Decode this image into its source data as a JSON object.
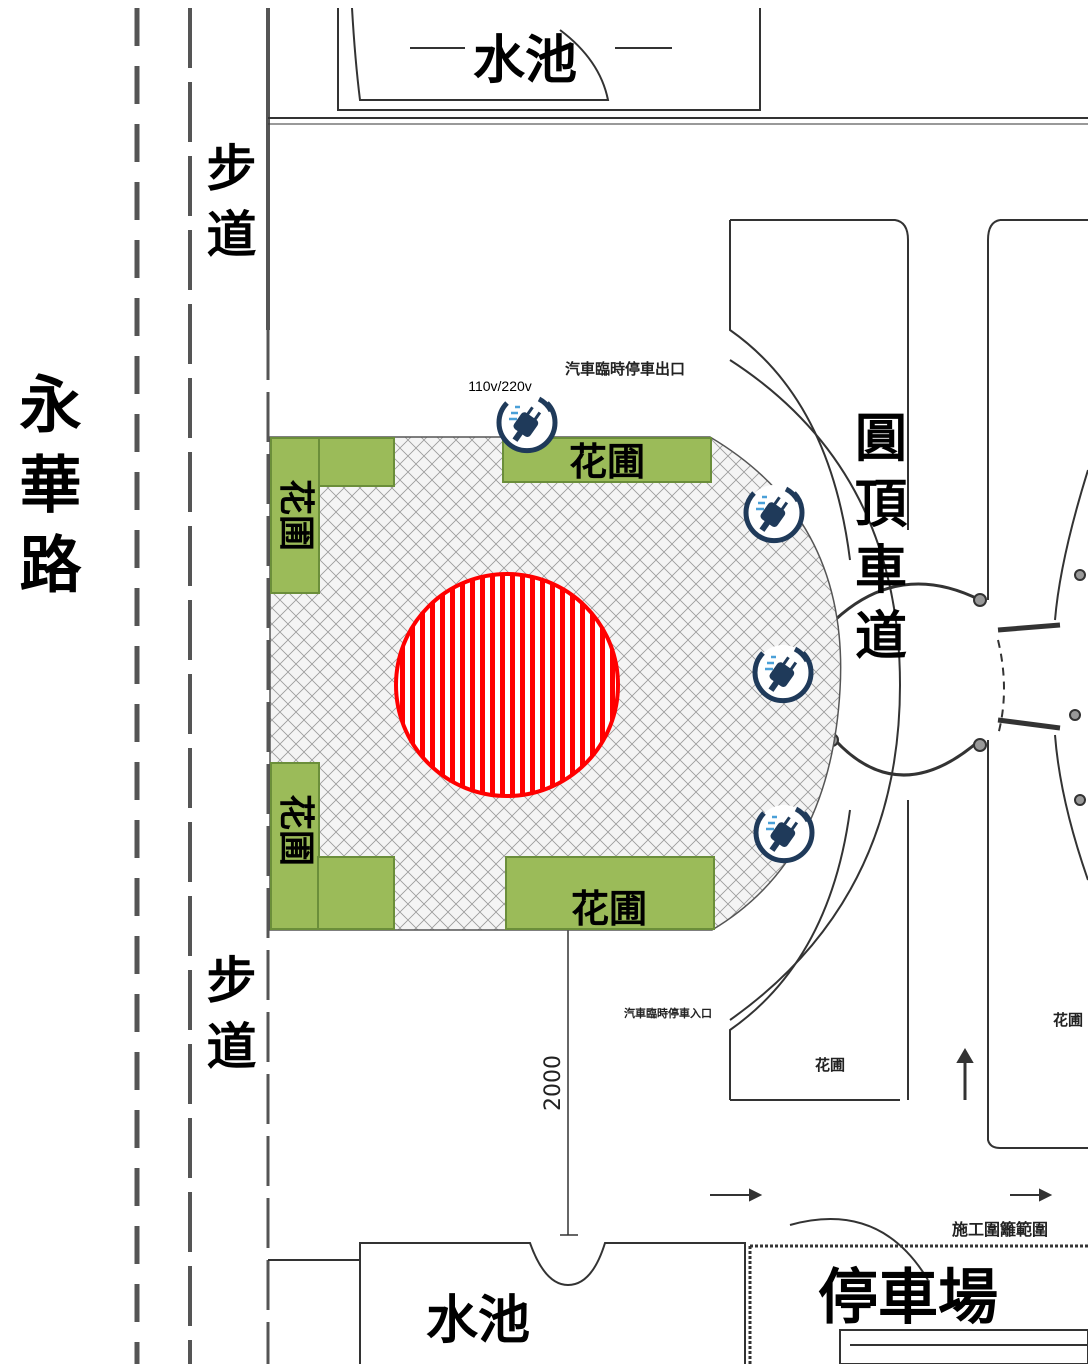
{
  "roads": {
    "yonghua_road": "永華路",
    "sidewalk_top": "步道",
    "sidewalk_bottom": "步道",
    "dome_driveway": "圓頂車道",
    "parking_lot": "停車場"
  },
  "pools": {
    "top": "水池",
    "bottom": "水池"
  },
  "flowerbeds": {
    "top_right": "花圃",
    "left_top": "花圃",
    "left_bottom": "花圃",
    "bottom_right": "花圃"
  },
  "power": {
    "voltage_label": "110v/220v",
    "icon": "power-plug-icon"
  },
  "plan_text": {
    "exit_label": "汽車臨時停車出口",
    "entrance_label": "汽車臨時停車入口",
    "dimension": "2000",
    "garden_1": "花圃",
    "garden_2": "花圃",
    "construction": "施工圍籬範圍"
  },
  "colors": {
    "flowerbed_fill": "#9bbb59",
    "flowerbed_stroke": "#6b8e3a",
    "stage_circle": "#ff0000",
    "plug_icon": "#1f3a5a"
  }
}
